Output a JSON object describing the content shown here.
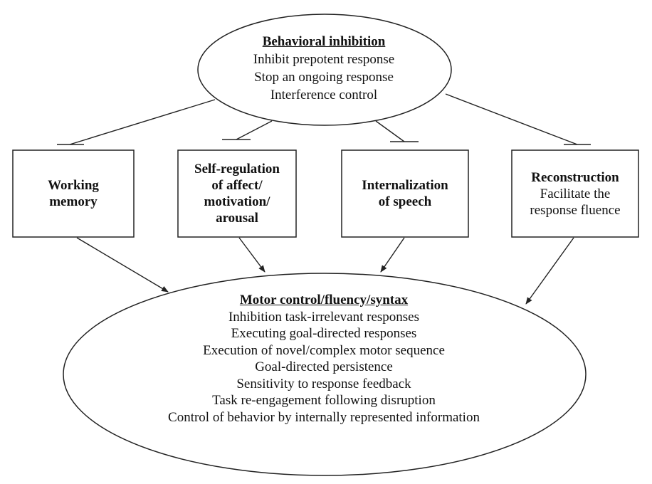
{
  "top_node": {
    "title": "Behavioral inhibition",
    "items": [
      "Inhibit prepotent response",
      "Stop an ongoing response",
      "Interference control"
    ]
  },
  "middle_nodes": [
    {
      "lines": [
        "Working",
        "memory"
      ],
      "sub": []
    },
    {
      "lines": [
        "Self-regulation",
        "of affect/",
        "motivation/",
        "arousal"
      ],
      "sub": []
    },
    {
      "lines": [
        "Internalization",
        "of speech"
      ],
      "sub": []
    },
    {
      "lines": [
        "Reconstruction"
      ],
      "sub": [
        "Facilitate the",
        "response fluence"
      ]
    }
  ],
  "bottom_node": {
    "title": "Motor control/fluency/syntax",
    "items": [
      "Inhibition task-irrelevant responses",
      "Executing goal-directed responses",
      "Execution of novel/complex motor sequence",
      "Goal-directed persistence",
      "Sensitivity to response feedback",
      "Task re-engagement following disruption",
      "Control of behavior by internally represented information"
    ]
  },
  "colors": {
    "stroke": "#222222",
    "text": "#111111",
    "background": "#ffffff"
  }
}
